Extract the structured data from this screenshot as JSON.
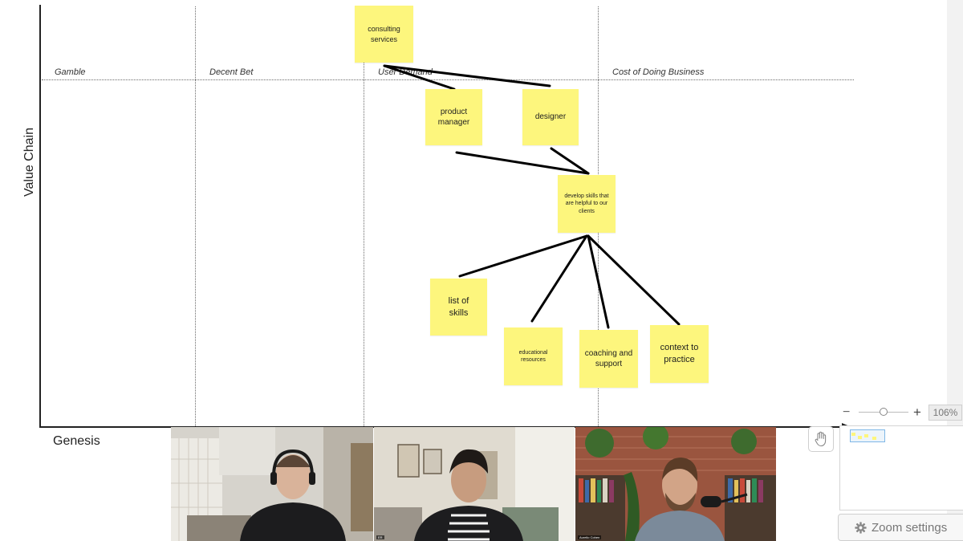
{
  "board": {
    "columns": [
      "Gamble",
      "Decent Bet",
      "User Demand",
      "Cost of Doing Business"
    ],
    "y_axis_label": "Value Chain",
    "x_axis_label": "Genesis"
  },
  "sticky_notes": {
    "consulting_services": "consulting services",
    "product_manager": "product manager",
    "designer": "designer",
    "develop_skills": "develop skills that are helpful to our clients",
    "list_of_skills": "list of skills",
    "educational_resources": "educational resources",
    "coaching_and_support": "coaching and support",
    "context_to_practice": "context to practice"
  },
  "zoom": {
    "minus": "−",
    "plus": "+",
    "level": "106%",
    "settings_label": "Zoom settings"
  },
  "participants": [
    {
      "name": ""
    },
    {
      "name": "ER"
    },
    {
      "name": "Aurelio Cohen"
    }
  ],
  "colors": {
    "sticky": "#fdf67d",
    "ink": "#000000",
    "grid": "#6a6a6a"
  },
  "icons": [
    "hand-icon",
    "gear-icon"
  ]
}
